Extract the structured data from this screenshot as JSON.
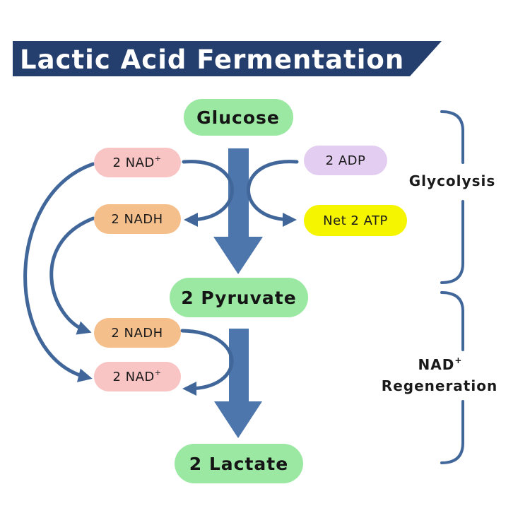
{
  "title": "Lactic Acid Fermentation",
  "nodes": {
    "glucose": "Glucose",
    "pyruvate": "2 Pyruvate",
    "lactate": "2 Lactate",
    "nad_top": {
      "base": "2 NAD",
      "sup": "+"
    },
    "nadh_top": "2 NADH",
    "adp": "2 ADP",
    "atp": "Net 2 ATP",
    "nadh_bottom": "2 NADH",
    "nad_bottom": {
      "base": "2 NAD",
      "sup": "+"
    }
  },
  "brackets": {
    "glycolysis": "Glycolysis",
    "regeneration": {
      "line1_base": "NAD",
      "line1_sup": "+",
      "line2": "Regeneration"
    }
  },
  "colors": {
    "banner": "#243e6e",
    "arrow": "#4d76ad",
    "connector": "#41679a",
    "green_pill": "#9ae8a2",
    "nad_pill": "#f9c4c4",
    "nadh_pill": "#f5bf8c",
    "adp_pill": "#e3cdf0",
    "atp_pill": "#f5f500"
  }
}
